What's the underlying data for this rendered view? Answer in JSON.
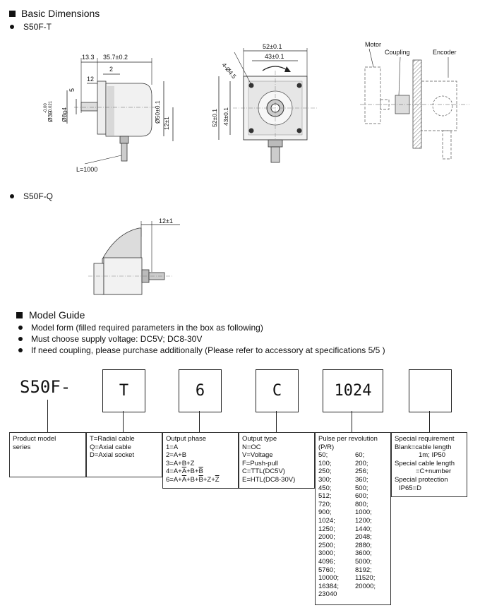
{
  "basic": {
    "title": "Basic Dimensions",
    "t_label": "S50F-T",
    "q_label": "S50F-Q",
    "dims": {
      "d13_3": "13.3",
      "d35_7": "35.7±0.2",
      "d2": "2",
      "d12": "12",
      "d5": "5",
      "d30": "Ø30",
      "d30tol_top": "-0.00",
      "d30tol_bot": "-0.021",
      "d8": "Ø8g4",
      "d50": "Ø50±0.1",
      "d12pm": "12±1",
      "cable": "L=1000",
      "w52": "52±0.1",
      "w43": "43±0.1",
      "holes": "4-Ø4.5",
      "h52": "52±0.1",
      "h43": "43±0.1",
      "q12": "12±1"
    },
    "install": {
      "motor": "Motor",
      "coupling": "Coupling",
      "encoder": "Encoder"
    }
  },
  "guide": {
    "title": "Model Guide",
    "bullets": [
      "Model form (filled required parameters in the box as following)",
      "Must choose supply voltage:  DC5V; DC8-30V",
      "If need coupling, please purchase additionally (Please refer to accessory at specifications 5/5 )"
    ],
    "prefix": "S50F-",
    "boxes": [
      "T",
      "6",
      "C",
      "1024",
      ""
    ],
    "product": [
      "Product model",
      "series"
    ],
    "cable": [
      "T=Radial cable",
      "Q=Axial cable",
      "D=Axial socket"
    ],
    "phase_title": "Output phase",
    "phases": [
      "1=A",
      "2=A+B",
      "3=A+B+Z"
    ],
    "phase4": {
      "key": "4=A+",
      "a": "A",
      "mid": "+B+",
      "b": "B"
    },
    "phase6": {
      "key": "6=A+",
      "a": "A",
      "p1": "+B+",
      "b": "B",
      "p2": "+Z+",
      "z": "Z"
    },
    "output": [
      "Output type",
      "N=OC",
      "V=Voltage",
      "F=Push-pull",
      "C=TTL(DC5V)",
      "E=HTL(DC8-30V)"
    ],
    "ppr_title": [
      "Pulse per revolution",
      " (P/R)"
    ],
    "ppr": [
      "50;",
      "60;",
      "100;",
      "200;",
      "250;",
      "256;",
      "300;",
      "360;",
      "450;",
      "500;",
      "512;",
      "600;",
      "720;",
      "800;",
      "900;",
      "1000;",
      "1024;",
      "1200;",
      "1250;",
      "1440;",
      "2000;",
      "2048;",
      "2500;",
      "2880;",
      "3000;",
      "3600;",
      "4096;",
      "5000;",
      "5760;",
      "8192;",
      "10000;",
      "11520;",
      "16384;",
      "20000;",
      "23040",
      ""
    ],
    "special": [
      "Special requirement",
      "Blank=cable length",
      "1m; IP50",
      "Special cable length",
      "=C+number",
      "Special protection",
      "IP65=D"
    ]
  }
}
